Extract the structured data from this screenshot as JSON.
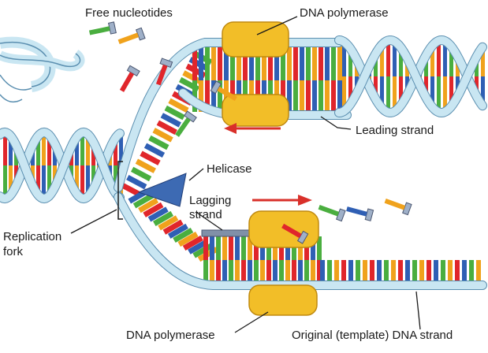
{
  "labels": {
    "free_nucleotides": "Free nucleotides",
    "dna_polymerase_top": "DNA polymerase",
    "leading_strand": "Leading strand",
    "helicase": "Helicase",
    "lagging_strand_line1": "Lagging",
    "lagging_strand_line2": "strand",
    "replication_fork_line1": "Replication",
    "replication_fork_line2": "fork",
    "dna_polymerase_bottom": "DNA polymerase",
    "original_template": "Original (template) DNA strand"
  },
  "colors": {
    "backbone": "#c9e6f2",
    "backbone_outline": "#5b8fb0",
    "base_red": "#e0262b",
    "base_blue": "#2f5fb4",
    "base_green": "#4aae3f",
    "base_orange": "#f0a21c",
    "polymerase": "#f2be28",
    "helicase": "#3d6ab3",
    "arrow": "#d9302a",
    "primer": "#8090a8"
  }
}
